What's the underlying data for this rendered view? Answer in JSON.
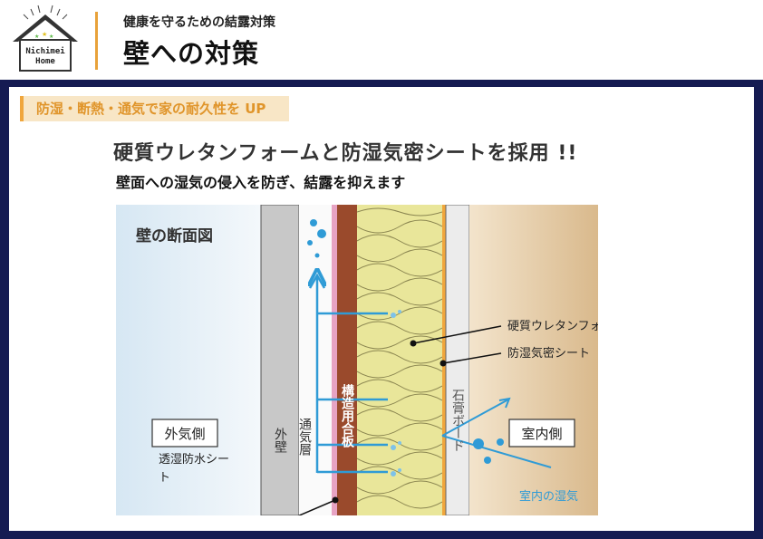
{
  "header": {
    "logo_text": "Nichimei Home",
    "subtitle": "健康を守るための結露対策",
    "title": "壁への対策"
  },
  "tag": "防湿・断熱・通気で家の耐久性を UP",
  "headline": "硬質ウレタンフォームと防湿気密シートを採用 !!",
  "lead": "壁面への湿気の侵入を防ぎ、結露を抑えます",
  "diagram": {
    "title": "壁の断面図",
    "outside": "外気側",
    "inside": "室内側",
    "outer_wall": "外壁",
    "air_layer": "通気層",
    "structural_board": "構造用合板",
    "gypsum_board": "石膏ボード",
    "foam_label": "硬質ウレタンフォーム",
    "vapor_barrier_label": "防湿気密シート",
    "breathable_sheet_label": "透湿防水シート",
    "indoor_moisture_label": "室内の湿気"
  },
  "colors": {
    "navy": "#151b52",
    "orange": "#f0a63c",
    "foam": "#e9e69a",
    "plywood": "#9a4a2c",
    "arrow": "#2f9bd6"
  }
}
